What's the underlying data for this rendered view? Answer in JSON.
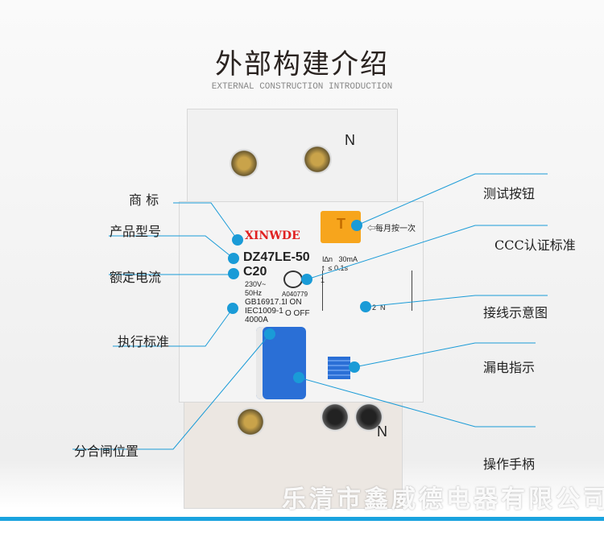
{
  "header": {
    "title": "外部构建介绍",
    "subtitle": "EXTERNAL CONSTRUCTION INTRODUCTION"
  },
  "product": {
    "brand": "XINWDE",
    "model": "DZ47LE-50",
    "rating": "C20",
    "voltage": "230V~",
    "frequency": "50Hz",
    "standard1": "GB16917.1",
    "standard2": "IEC1009-1",
    "capacity": "4000A",
    "cert_no": "A040779",
    "on": "I ON",
    "off": "O OFF",
    "test_key": "T",
    "test_hint": "⇦每月按一次",
    "leak_current": "I∆n   30mA",
    "trip_time": "t  ≤ 0.1s",
    "terminal_n": "N",
    "terminal_2n": "2  N",
    "terminal_1": "1"
  },
  "labels_left": [
    {
      "text": "商 标"
    },
    {
      "text": "产品型号"
    },
    {
      "text": "额定电流"
    },
    {
      "text": "执行标准"
    },
    {
      "text": "分合闸位置"
    }
  ],
  "labels_right": [
    {
      "text": "测试按钮"
    },
    {
      "text": "CCC认证标准"
    },
    {
      "text": "接线示意图"
    },
    {
      "text": "漏电指示"
    },
    {
      "text": "操作手柄"
    }
  ],
  "watermark": "乐清市鑫威德电器有限公司",
  "colors": {
    "accent": "#1a9bd7",
    "brand_red": "#e02020",
    "test_button": "#f7a51c",
    "handle": "#2a6fd6"
  }
}
